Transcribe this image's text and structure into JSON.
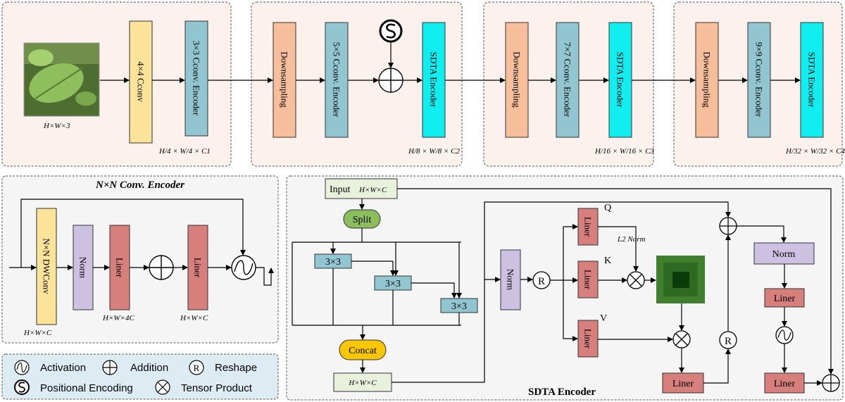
{
  "colors": {
    "panel_bg": "#fcf1ec",
    "gray_bg": "#f5f5f5",
    "legend_bg": "#ddecf3",
    "conv4": "#fbe39a",
    "encoder": "#91c6d1",
    "down": "#f7be9c",
    "sdta": "#10eef0",
    "norm": "#cdc1e1",
    "liner": "#d67f7c",
    "split": "#8bbd5c",
    "concat": "#f9c700",
    "io": "#e8f1dc",
    "dwconv": "#fbe39a",
    "attn_outer": "#3f7f2d",
    "attn_inner": "#0b3a0b"
  },
  "stage1": {
    "conv_label": "4×4 Cconv",
    "enc_label": "3×3 Cconv. Encoder",
    "img_dim": "H×W×3",
    "out_dim": "H/4 × W/4 × C1"
  },
  "stage2": {
    "down_label": "Downsampling",
    "enc_label": "5×5 Cconv. Encoder",
    "sdta_label": "SDTA Encoder",
    "out_dim": "H/8 × W/8 × C2"
  },
  "stage3": {
    "down_label": "Downsampling",
    "enc_label": "7×7 Cconv. Encoder",
    "sdta_label": "SDTA Encoder",
    "out_dim": "H/16 × W/16 × C3"
  },
  "stage4": {
    "down_label": "Downsampling",
    "enc_label": "9×9 Cconv. Encoder",
    "sdta_label": "SDTA Encoder",
    "out_dim": "H/32 × W/32 × C4"
  },
  "conv_encoder": {
    "title": "N×N Conv. Encoder",
    "dwconv_label": "N×N DWConv",
    "norm_label": "Norm",
    "liner1_label": "Liner",
    "liner2_label": "Liner",
    "dim1": "H×W×C",
    "dim2": "H×W×4C",
    "dim3": "H×W×C"
  },
  "legend": {
    "activation": "Activation",
    "addition": "Addition",
    "reshape": "Reshape",
    "positional": "Positional Encoding",
    "tensor": "Tensor Product",
    "reshape_glyph": "R"
  },
  "sdta": {
    "title": "SDTA Encoder",
    "input_label": "Input",
    "input_dim": "H×W×C",
    "split_label": "Split",
    "conv_a": "3×3",
    "conv_b": "3×3",
    "conv_c": "3×3",
    "concat_label": "Concat",
    "concat_dim": "H×W×C",
    "norm1_label": "Norm",
    "r1": "R",
    "r2": "R",
    "q_liner": "Liner",
    "k_liner": "Liner",
    "v_liner": "Liner",
    "q": "Q",
    "k": "K",
    "v": "V",
    "l2": "L2 Norm",
    "out_liner": "Liner",
    "norm2_label": "Norm",
    "liner_a": "Liner",
    "liner_b": "Liner"
  }
}
